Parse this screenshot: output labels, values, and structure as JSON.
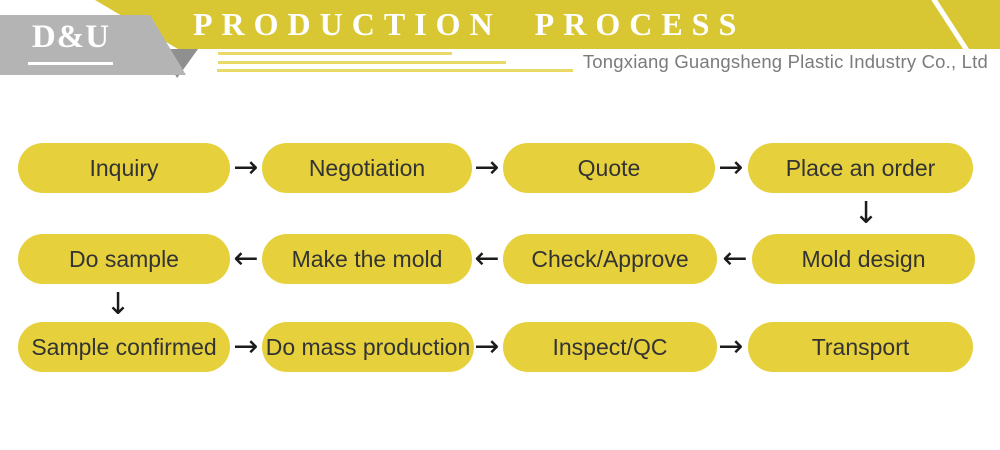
{
  "logo": {
    "text": "D&U"
  },
  "header": {
    "title": "PRODUCTION PROCESS",
    "company": "Tongxiang Guangsheng Plastic Industry Co., Ltd"
  },
  "colors": {
    "banner_yellow": "#d8c733",
    "pill_yellow": "#e6d03c",
    "logo_plate_gray": "#b4b4b4",
    "fold_gray": "#8f8f8f",
    "accent_line_yellow": "#e9d967",
    "pill_text": "#333333",
    "company_text": "#7b7b7b"
  },
  "symbols": {
    "arrow_right": "→",
    "arrow_left": "←",
    "arrow_down": "↓"
  },
  "flow": {
    "rows": [
      {
        "steps": [
          "Inquiry",
          "Negotiation",
          "Quote",
          "Place an order"
        ]
      },
      {
        "steps": [
          "Do sample",
          "Make the mold",
          "Check/Approve",
          "Mold design"
        ]
      },
      {
        "steps": [
          "Sample confirmed",
          "Do mass production",
          "Inspect/QC",
          "Transport"
        ]
      }
    ]
  }
}
